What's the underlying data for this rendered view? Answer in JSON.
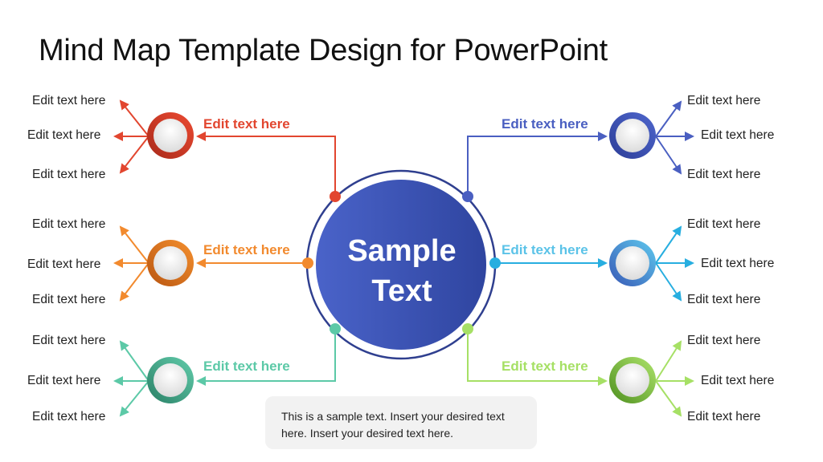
{
  "title": "Mind Map Template Design for PowerPoint",
  "center": {
    "line1": "Sample",
    "line2": "Text",
    "fill_from": "#4a63c9",
    "fill_to": "#2f45a0",
    "ring_color": "#2f3f8f"
  },
  "note": {
    "text": "This is a sample text. Insert your desired text here. Insert your desired text here."
  },
  "branches": [
    {
      "id": "top-left",
      "label": "Edit text here",
      "color": "#e2462f",
      "dark": "#b3301f",
      "leaves": [
        "Edit text here",
        "Edit text here",
        "Edit text here"
      ]
    },
    {
      "id": "middle-left",
      "label": "Edit text here",
      "color": "#f28a2e",
      "dark": "#c65e12",
      "leaves": [
        "Edit text here",
        "Edit text here",
        "Edit text here"
      ]
    },
    {
      "id": "bottom-left",
      "label": "Edit text here",
      "color": "#5cc9a7",
      "dark": "#2f8f71",
      "leaves": [
        "Edit text here",
        "Edit text here",
        "Edit text here"
      ]
    },
    {
      "id": "top-right",
      "label": "Edit text here",
      "color": "#4a5fc1",
      "dark": "#2e3f99",
      "leaves": [
        "Edit text here",
        "Edit text here",
        "Edit text here"
      ]
    },
    {
      "id": "middle-right",
      "label": "Edit text here",
      "color": "#5bc3e8",
      "dark": "#3a6fc0",
      "leaves": [
        "Edit text here",
        "Edit text here",
        "Edit text here"
      ]
    },
    {
      "id": "bottom-right",
      "label": "Edit text here",
      "color": "#a6e065",
      "dark": "#5e9e2a",
      "leaves": [
        "Edit text here",
        "Edit text here",
        "Edit text here"
      ]
    }
  ]
}
